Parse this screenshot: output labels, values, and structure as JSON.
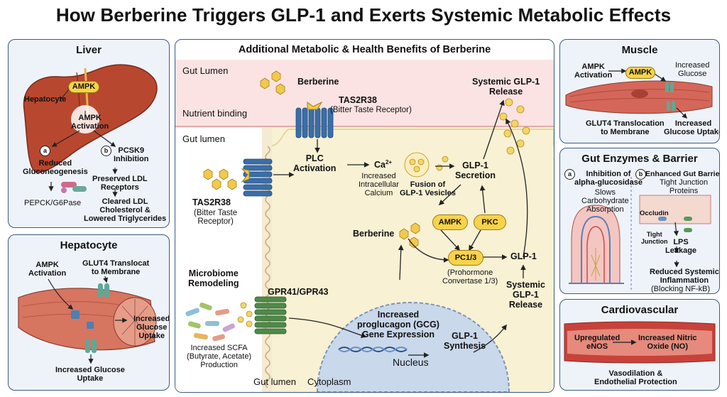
{
  "title": "How Berberine Triggers GLP-1 and Exerts Systemic Metabolic Effects",
  "center": {
    "title": "Additional Metabolic & Health Benefits of Berberine",
    "gut_lumen_top": "Gut Lumen",
    "nutrient_binding": "Nutrient binding",
    "gut_lumen_mid": "Gut lumen",
    "gut_lumen_bottom": "Gut lumen",
    "cytoplasm": "Cytoplasm",
    "berberine_top": "Berberine",
    "tas2r38_top_name": "TAS2R38",
    "tas2r38_top_desc": "(Bitter Taste Receptor)",
    "systemic_release_top": [
      "Systemic GLP-1",
      "Release"
    ],
    "plc": [
      "PLC",
      "Activation"
    ],
    "ca_main": "Ca",
    "ca_sup": "2+",
    "calcium": [
      "Increased",
      "Intracellular",
      "Calcium"
    ],
    "fusion": [
      "Fusion of",
      "GLP-1 Vesicles"
    ],
    "secretion": [
      "GLP-1",
      "Secretion"
    ],
    "tas2r38_left_name": "TAS2R38",
    "tas2r38_left_desc": [
      "(Bitter Taste",
      "Receptor)"
    ],
    "berberine_mid": "Berberine",
    "ampk": "AMPK",
    "pkc": "PKC",
    "pc13": "PC1/3",
    "prohormone": [
      "(Prohormone",
      "Convertase 1/3)"
    ],
    "glp1": "GLP-1",
    "systemic_release_bottom": [
      "Systemic",
      "GLP-1",
      "Release"
    ],
    "microbiome": [
      "Microbiome",
      "Remodeling"
    ],
    "gpr": "GPR41/GPR43",
    "scfa": [
      "Increased SCFA",
      "(Butyrate, Acetate)",
      "Production"
    ],
    "proglucagon": [
      "Increased",
      "proglucagon (GCG)",
      "Gene Expression"
    ],
    "synthesis": [
      "GLP-1",
      "Synthesis"
    ],
    "nucleus": "Nucleus"
  },
  "liver": {
    "title": "Liver",
    "hepatocyte": "Hepatocyte",
    "ampk": "AMPK",
    "activation": [
      "AMPK",
      "Activation"
    ],
    "a": "a",
    "b": "b",
    "reduced": [
      "Reduced",
      "Gluconeogenesis"
    ],
    "pcsk9": [
      "PCSK9",
      "Inhibition"
    ],
    "pepck": "PEPCK/G6Pase",
    "ldl": [
      "Preserved LDL",
      "Receptors"
    ],
    "cleared": [
      "Cleared LDL",
      "Cholesterol &",
      "Lowered Triglycerides"
    ]
  },
  "hepatocyte": {
    "title": "Hepatocyte",
    "ampk": [
      "AMPK",
      "Activation"
    ],
    "glut4": [
      "GLUT4 Translocat",
      "to Membrane"
    ],
    "increased": [
      "Increased",
      "Glucose",
      "Uptake"
    ],
    "bottom": [
      "Increased Glucose",
      "Uptake"
    ]
  },
  "muscle": {
    "title": "Muscle",
    "ampk_act": [
      "AMPK",
      "Activation"
    ],
    "ampk": "AMPK",
    "glucose": [
      "Increased",
      "Glucose"
    ],
    "glut4": [
      "GLUT4 Translocation",
      "to Membrane"
    ],
    "uptake": [
      "Increased",
      "Glucose Uptake"
    ]
  },
  "gut": {
    "title": "Gut Enzymes & Barrier",
    "a": "a",
    "b": "b",
    "alpha": [
      "Inhibition of",
      "alpha-glucosidase"
    ],
    "alpha_sub": [
      "Slows",
      "Carbohydrate",
      "Absorption"
    ],
    "barrier": "Enhanced Gut Barrier",
    "tj_proteins": [
      "Tight Junction",
      "Proteins"
    ],
    "occludin": "Occludin",
    "tight": [
      "Tight",
      "Junction"
    ],
    "lps": [
      "LPS",
      "Leakage"
    ],
    "reduced": [
      "Reduced Systemic",
      "Inflammation"
    ],
    "nfkb": "(Blocking NF-kB)"
  },
  "cardio": {
    "title": "Cardiovascular",
    "enos": [
      "Upregulated",
      "eNOS"
    ],
    "no": [
      "Increased Nitric",
      "Oxide (NO)"
    ],
    "vaso": [
      "Vasodilation &",
      "Endothelial Protection"
    ]
  },
  "colors": {
    "panel_border": "#3c5a86",
    "panel_bg": "#eef3fa",
    "gut_lumen": "#fbe3e3",
    "cell": "#f8f1d4",
    "ampk_yellow": "#f6d34a",
    "receptor_blue": "#3b6ea8",
    "receptor_green": "#4e8a4a",
    "nucleus": "#c9d8ea",
    "liver": "#b8472f",
    "muscle": "#d4675a",
    "vessel": "#c8423a"
  }
}
